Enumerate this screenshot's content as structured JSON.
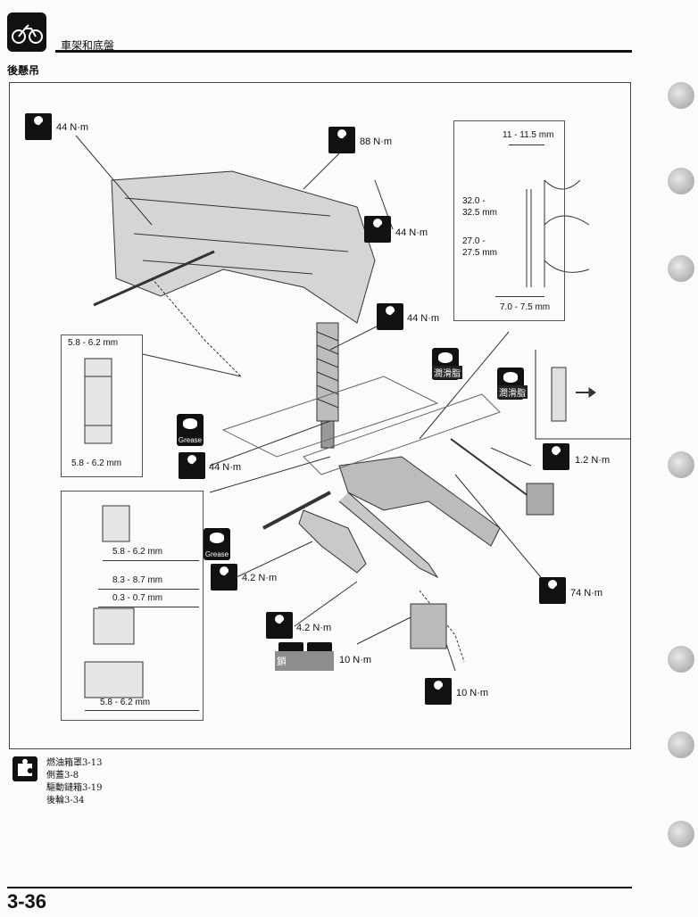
{
  "header": {
    "chapter_title": "車架和底盤"
  },
  "section": {
    "title": "後懸吊"
  },
  "torques": {
    "t1": "44 N·m",
    "t2": "88 N·m",
    "t3": "44 N·m",
    "t4": "44 N·m",
    "t5": "44 N·m",
    "t6": "1.2 N·m",
    "t7": "74 N·m",
    "t8": "4.2 N·m",
    "t9": "4.2 N·m",
    "t10": "10 N·m",
    "t11": "10 N·m"
  },
  "lubricants": {
    "lube1": "潤滑脂",
    "lube2": "潤滑脂",
    "grease1": "Grease",
    "grease2": "Grease",
    "lock": "鎖"
  },
  "dimensions": {
    "inset_top_right": {
      "a": "11 - 11.5 mm",
      "b1": "32.0 -",
      "b2": "32.5 mm",
      "c1": "27.0 -",
      "c2": "27.5 mm",
      "d": "7.0 - 7.5 mm"
    },
    "inset_left_upper": {
      "top": "5.8 - 6.2 mm",
      "bottom": "5.8 - 6.2 mm"
    },
    "inset_left_lower": {
      "a": "5.8 - 6.2 mm",
      "b": "8.3 - 8.7 mm",
      "c": "0.3 - 0.7 mm",
      "d": "5.8 - 6.2 mm"
    }
  },
  "references": [
    "燃油箱罩3-13",
    "側蓋3-8",
    "驅動鏈箱3-19",
    "後輪3-34"
  ],
  "footer": {
    "page_number": "3-36"
  },
  "icons": {
    "header": "motorcycle-icon",
    "torque": "wrench-icon",
    "lube": "grease-can-icon",
    "reference": "puzzle-icon"
  }
}
